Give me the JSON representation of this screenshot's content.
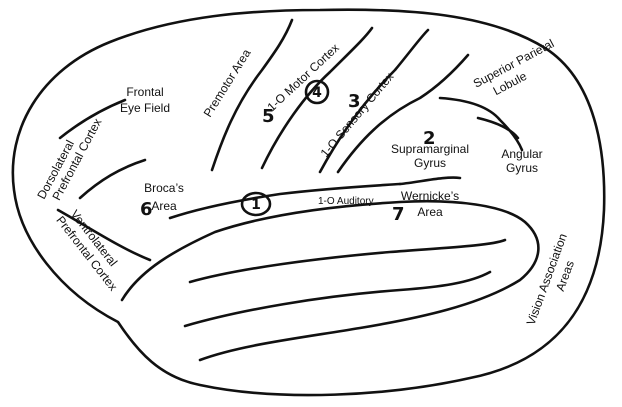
{
  "labels": {
    "dorsolateral": [
      "Dorsolateral",
      "Prefrontal Cortex"
    ],
    "frontal_eye_field": [
      "Frontal",
      "Eye Field"
    ],
    "premotor": "Premotor Area",
    "motor": "1-O Motor Cortex",
    "sensory": "1-O Sensory Cortex",
    "superior_parietal": [
      "Superior Parietal",
      "Lobule"
    ],
    "supramarginal": [
      "Supramarginal",
      "Gyrus"
    ],
    "angular": [
      "Angular",
      "Gyrus"
    ],
    "brocas": [
      "Broca’s",
      "Area"
    ],
    "auditory": "1-O Auditory",
    "wernickes": [
      "Wernicke’s",
      "Area"
    ],
    "ventrolateral": [
      "Ventrolateral",
      "Prefrontal Cortex"
    ],
    "vision": [
      "Vision Association",
      "Areas"
    ]
  },
  "numbers": {
    "n1": "1",
    "n2": "2",
    "n3": "3",
    "n4": "4",
    "n5": "5",
    "n6": "6",
    "n7": "7"
  }
}
